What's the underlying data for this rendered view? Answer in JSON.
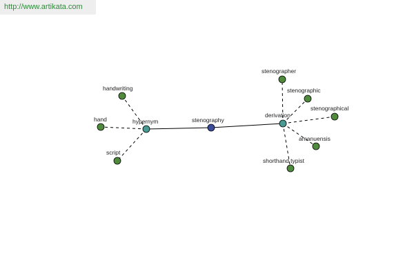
{
  "banner": {
    "url_text": "http://www.artikata.com"
  },
  "colors": {
    "center_node": "#3b4d9a",
    "relation_node": "#4a9a94",
    "leaf_node": "#4f8a3d",
    "banner_text": "#2f8a3a",
    "banner_bg": "#eeeeee"
  },
  "nodes": [
    {
      "id": "stenography",
      "label": "stenography",
      "kind": "center"
    },
    {
      "id": "hypernym",
      "label": "hypernym",
      "kind": "relation"
    },
    {
      "id": "derivation",
      "label": "derivation",
      "kind": "relation"
    },
    {
      "id": "handwriting",
      "label": "handwriting",
      "kind": "leaf"
    },
    {
      "id": "hand",
      "label": "hand",
      "kind": "leaf"
    },
    {
      "id": "script",
      "label": "script",
      "kind": "leaf"
    },
    {
      "id": "stenographer",
      "label": "stenographer",
      "kind": "leaf"
    },
    {
      "id": "stenographic",
      "label": "stenographic",
      "kind": "leaf"
    },
    {
      "id": "stenographical",
      "label": "stenographical",
      "kind": "leaf"
    },
    {
      "id": "amanuensis",
      "label": "amanuensis",
      "kind": "leaf"
    },
    {
      "id": "shorthand_typist",
      "label": "shorthand typist",
      "kind": "leaf"
    }
  ],
  "edges": [
    {
      "from": "stenography",
      "to": "hypernym",
      "style": "solid"
    },
    {
      "from": "stenography",
      "to": "derivation",
      "style": "solid"
    },
    {
      "from": "hypernym",
      "to": "handwriting",
      "style": "dashed"
    },
    {
      "from": "hypernym",
      "to": "hand",
      "style": "dashed"
    },
    {
      "from": "hypernym",
      "to": "script",
      "style": "dashed"
    },
    {
      "from": "derivation",
      "to": "stenographer",
      "style": "dashed"
    },
    {
      "from": "derivation",
      "to": "stenographic",
      "style": "dashed"
    },
    {
      "from": "derivation",
      "to": "stenographical",
      "style": "dashed"
    },
    {
      "from": "derivation",
      "to": "amanuensis",
      "style": "dashed"
    },
    {
      "from": "derivation",
      "to": "shorthand_typist",
      "style": "dashed"
    }
  ]
}
